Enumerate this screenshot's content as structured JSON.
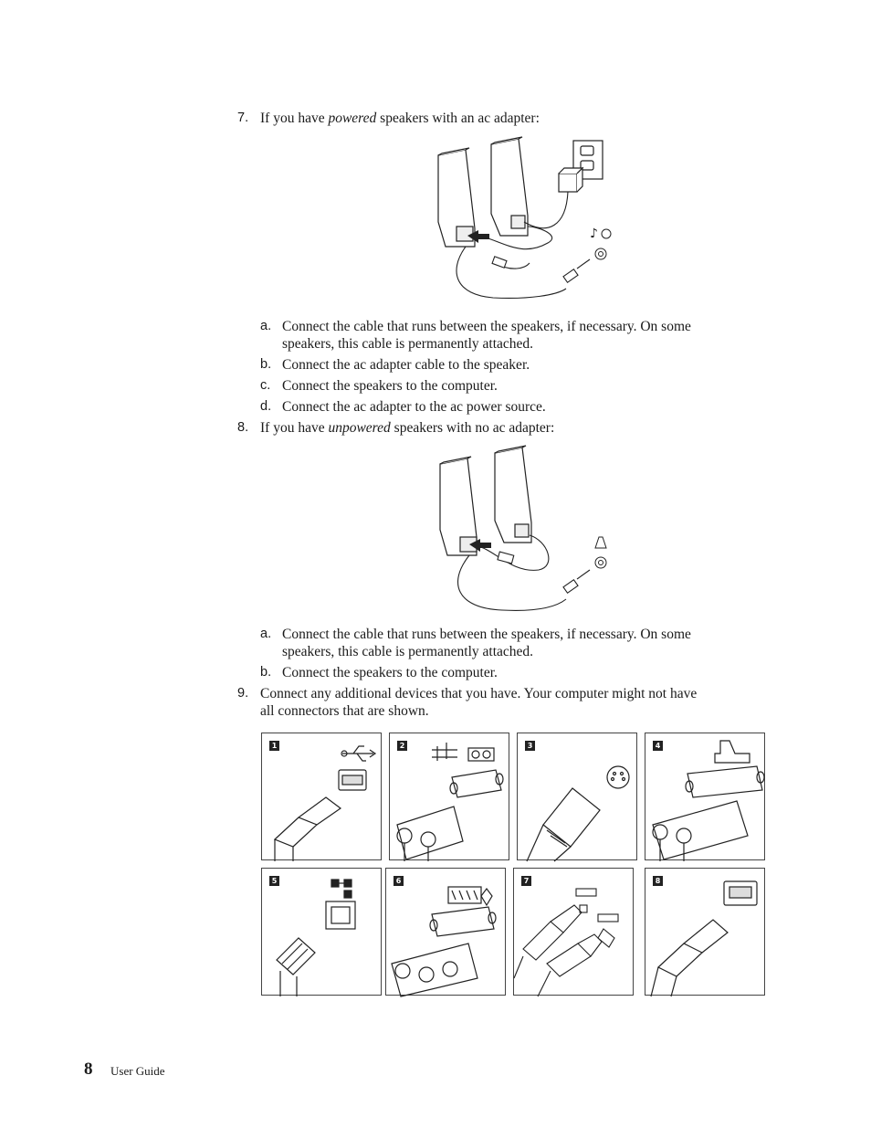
{
  "steps": {
    "s7": {
      "number": "7.",
      "text_before": "If you have ",
      "emphasis": "powered",
      "text_after": " speakers with an ac adapter:",
      "substeps": [
        {
          "letter": "a.",
          "line1": "Connect the cable that runs between the speakers, if necessary. On some",
          "line2": "speakers, this cable is permanently attached."
        },
        {
          "letter": "b.",
          "line1": "Connect the ac adapter cable to the speaker."
        },
        {
          "letter": "c.",
          "line1": "Connect the speakers to the computer."
        },
        {
          "letter": "d.",
          "line1": "Connect the ac adapter to the ac power source."
        }
      ]
    },
    "s8": {
      "number": "8.",
      "text_before": "If you have ",
      "emphasis": "unpowered",
      "text_after": " speakers with no ac adapter:",
      "substeps": [
        {
          "letter": "a.",
          "line1": "Connect the cable that runs between the speakers, if necessary. On some",
          "line2": "speakers, this cable is permanently attached."
        },
        {
          "letter": "b.",
          "line1": "Connect the speakers to the computer."
        }
      ]
    },
    "s9": {
      "number": "9.",
      "line1": "Connect any additional devices that you have. Your computer might not have",
      "line2": "all connectors that are shown."
    }
  },
  "connector_panels": [
    {
      "badge": "1",
      "icon": "usb-icon"
    },
    {
      "badge": "2",
      "icon": "serial-icon"
    },
    {
      "badge": "3",
      "icon": "svideo-icon"
    },
    {
      "badge": "4",
      "icon": "printer-parallel-icon"
    },
    {
      "badge": "5",
      "icon": "ethernet-icon"
    },
    {
      "badge": "6",
      "icon": "monitor-vga-icon"
    },
    {
      "badge": "7",
      "icon": "firewire-icon"
    },
    {
      "badge": "8",
      "icon": "usb-icon"
    }
  ],
  "footer": {
    "page_number": "8",
    "label": "User Guide"
  }
}
